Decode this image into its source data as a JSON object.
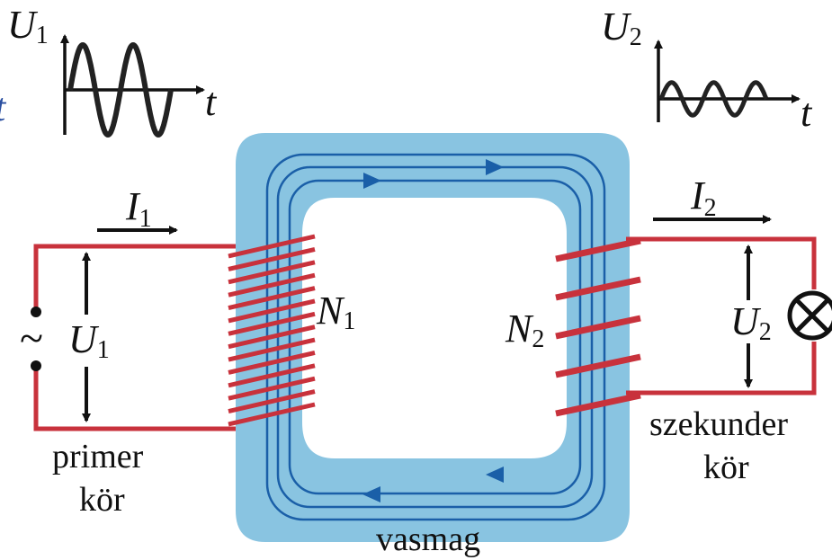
{
  "labels": {
    "u1_graph": {
      "main": "U",
      "sub": "1"
    },
    "t_graph1": "t",
    "u2_graph": {
      "main": "U",
      "sub": "2"
    },
    "t_graph2": "t",
    "left_edge_t": "t",
    "i1": {
      "main": "I",
      "sub": "1"
    },
    "i2": {
      "main": "I",
      "sub": "2"
    },
    "u1_circuit": {
      "main": "U",
      "sub": "1"
    },
    "u2_circuit": {
      "main": "U",
      "sub": "2"
    },
    "n1": {
      "main": "N",
      "sub": "1"
    },
    "n2": {
      "main": "N",
      "sub": "2"
    },
    "ac_source": "~",
    "primary_line1": "primer",
    "primary_line2": "kör",
    "secondary_line1": "szekunder",
    "secondary_line2": "kör",
    "core": "vasmag"
  },
  "colors": {
    "core_fill": "#89c4e1",
    "flux_line": "#1a5fa8",
    "wire": "#c8323c",
    "coil": "#c8323c",
    "text": "#111111",
    "left_t": "#2a4fa0"
  },
  "waveforms": {
    "primary": {
      "cycles": 2,
      "relative_amplitude": 1.0
    },
    "secondary": {
      "cycles": 2.5,
      "relative_amplitude": 0.35
    }
  },
  "windings": {
    "primary_visible_turns": 14,
    "secondary_visible_turns": 5
  }
}
